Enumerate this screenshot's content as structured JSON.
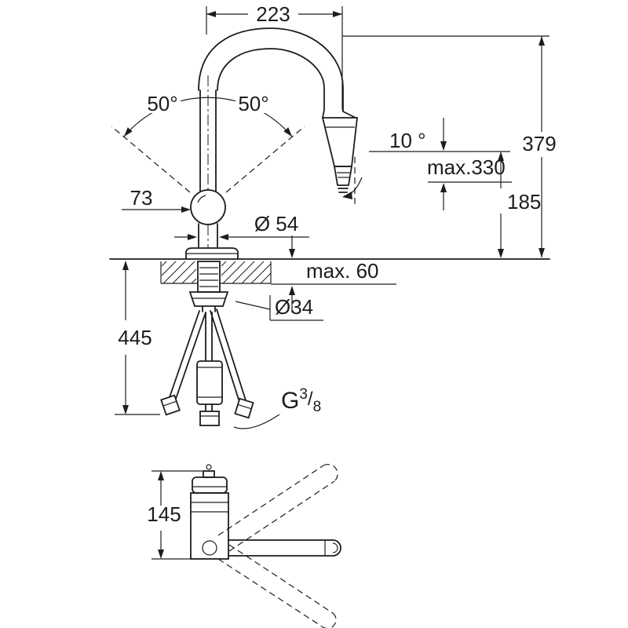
{
  "diagram": {
    "colors": {
      "line": "#1d1d1d",
      "background": "#ffffff"
    },
    "dimensions": {
      "spout_reach": "223",
      "swivel_left": "50°",
      "swivel_right": "50°",
      "spray_angle": "10 °",
      "spray_max_height": "max.330",
      "total_height": "379",
      "spout_height": "185",
      "handle_offset": "73",
      "body_diameter": "Ø 54",
      "deck_thickness_max": "max. 60",
      "hole_diameter": "Ø34",
      "hose_length": "445",
      "swivel_view_height": "145"
    },
    "thread": {
      "prefix": "G",
      "numerator": "3",
      "slash": "/",
      "denominator": "8"
    }
  }
}
